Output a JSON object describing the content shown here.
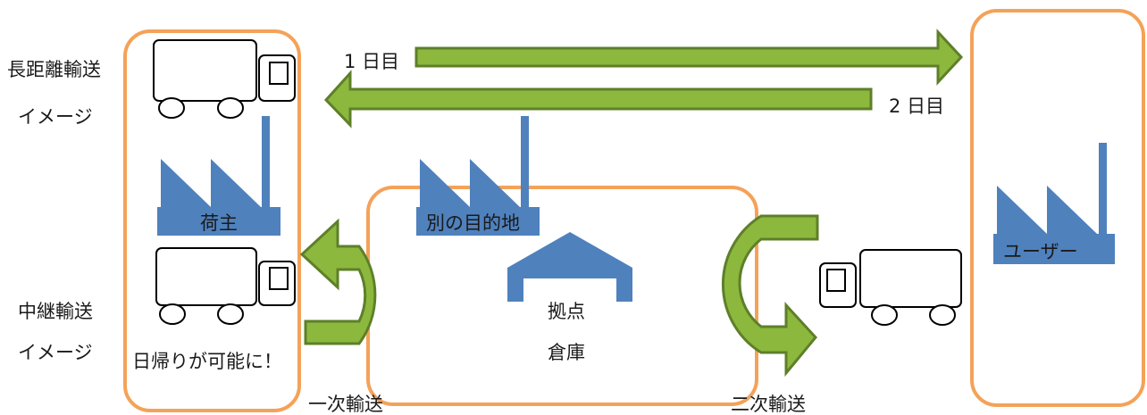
{
  "labels": {
    "long_distance_line1": "長距離輸送",
    "long_distance_line2": "イメージ",
    "relay_line1": "中継輸送",
    "relay_line2": "イメージ",
    "day1": "1 日目",
    "day2": "2 日目",
    "shipper": "荷主",
    "other_destination": "別の目的地",
    "user": "ユーザー",
    "hub_line1": "拠点",
    "hub_line2": "倉庫",
    "same_day_return": "日帰りが可能に！",
    "primary_transport": "一次輸送",
    "secondary_transport": "二次輸送"
  },
  "colors": {
    "box_border": "#f4a259",
    "arrow_fill": "#8cb83d",
    "arrow_stroke": "#5e7f2a",
    "factory_blue": "#4f81bd",
    "truck_stroke": "#000000"
  },
  "icons": {
    "truck": "truck-icon",
    "factory": "factory-icon",
    "warehouse": "warehouse-roof-icon"
  }
}
